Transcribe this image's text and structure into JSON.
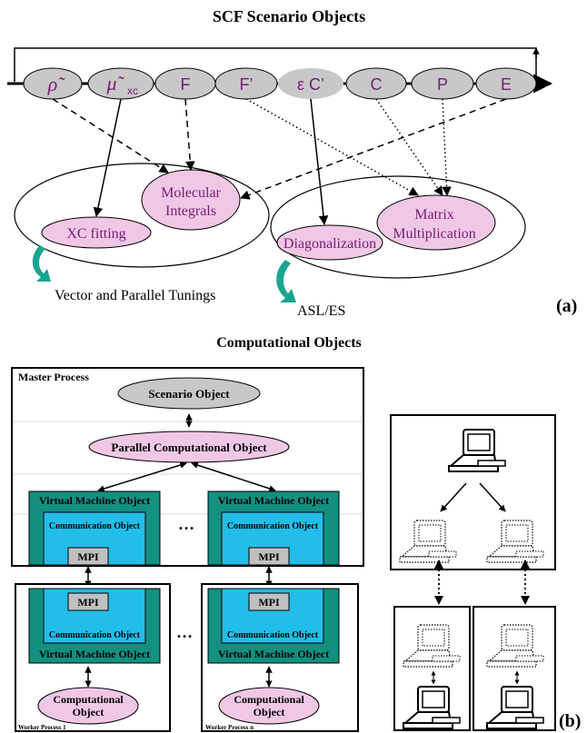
{
  "colors": {
    "gray_oval": "#c8c8c8",
    "pink_oval": "#f0c8e6",
    "purple_text": "#7a1a78",
    "teal": "#139080",
    "cyan": "#22bde8",
    "mpi_gray": "#c0c0c0",
    "cyan_arrow": "#1aa593"
  },
  "panel_a": {
    "title": "SCF Scenario Objects",
    "label": "(a)",
    "sequence": [
      {
        "id": "rho",
        "text": "ρ̃"
      },
      {
        "id": "mu",
        "text": "μ̃",
        "sub": "xc"
      },
      {
        "id": "F",
        "text": "F"
      },
      {
        "id": "Fp",
        "text": "F’"
      },
      {
        "id": "eC",
        "text": "ε C’"
      },
      {
        "id": "C",
        "text": "C"
      },
      {
        "id": "P",
        "text": "P"
      },
      {
        "id": "E",
        "text": "E"
      }
    ],
    "objects": {
      "molecular_integrals": [
        "Molecular",
        "Integrals"
      ],
      "xc_fitting": "XC fitting",
      "diagonalization": "Diagonalization",
      "matrix_multiplication": [
        "Matrix",
        "Multiplication"
      ]
    },
    "notes": {
      "vector_tunings": "Vector and Parallel Tunings",
      "asl": "ASL/ES"
    }
  },
  "panel_b": {
    "title": "Computational Objects",
    "label": "(b)",
    "master_process": "Master Process",
    "scenario_object": "Scenario Object",
    "parallel_computational_object": "Parallel Computational Object",
    "virtual_machine_object": "Virtual Machine Object",
    "communication_object": "Communication Object",
    "mpi": "MPI",
    "ellipsis": "…",
    "computational_object": [
      "Computational",
      "Object"
    ],
    "worker_process_1": "Worker Process 1",
    "worker_process_n": "Worker Process n"
  }
}
